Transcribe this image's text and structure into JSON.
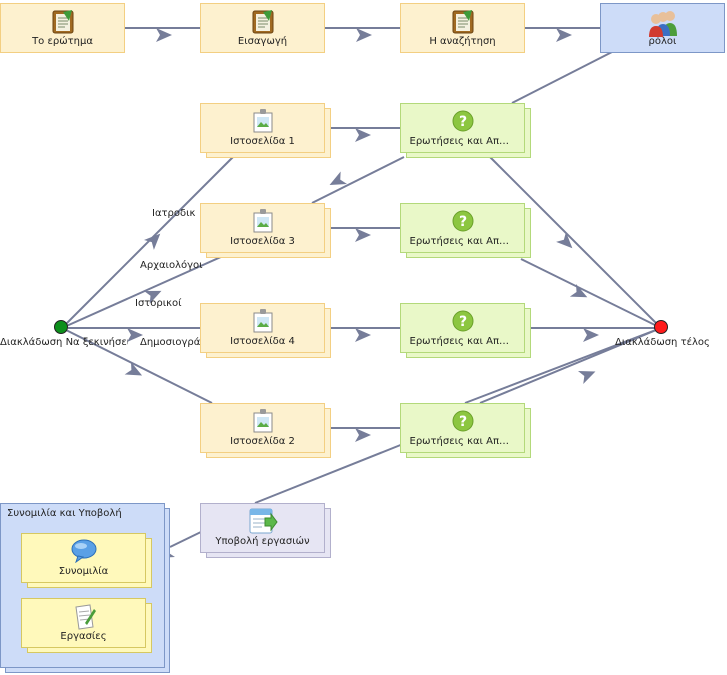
{
  "workflow": {
    "top_row": {
      "question": {
        "label": "Το ερώτημα",
        "icon": "notepad-icon"
      },
      "intro": {
        "label": "Εισαγωγή",
        "icon": "notepad-icon"
      },
      "search": {
        "label": "Η αναζήτηση",
        "icon": "notepad-icon"
      },
      "roles": {
        "label": "ρόλοι",
        "icon": "users-group-icon"
      }
    },
    "websites": {
      "w1": {
        "label": "Ιστοσελίδα 1",
        "icon": "web-page-icon"
      },
      "w3": {
        "label": "Ιστοσελίδα 3",
        "icon": "web-page-icon"
      },
      "w4": {
        "label": "Ιστοσελίδα 4",
        "icon": "web-page-icon"
      },
      "w2": {
        "label": "Ιστοσελίδα 2",
        "icon": "web-page-icon"
      }
    },
    "qa": {
      "q1": {
        "label": "Ερωτήσεις και Απαντήσεις",
        "icon": "question-icon"
      },
      "q3": {
        "label": "Ερωτήσεις και Απαντήσεις",
        "icon": "question-icon"
      },
      "q4": {
        "label": "Ερωτήσεις και Απαντήσεις",
        "icon": "question-icon"
      },
      "q2": {
        "label": "Ερωτήσεις και Απαντήσεις",
        "icon": "question-icon"
      }
    },
    "start_event": {
      "label": "Διακλάδωση Να ξεκινήσει"
    },
    "end_event": {
      "label": "Διακλάδωση τέλος"
    },
    "branch_labels": {
      "medical": "Ιατροδικ",
      "archaeology": "Αρχαιολόγοι",
      "history": "Ιστορικοί",
      "journalism": "Δημοσιογρά"
    },
    "chat_group": {
      "title": "Συνομιλία και Υποβολή",
      "chat": {
        "label": "Συνομιλία",
        "icon": "chat-bubble-icon"
      },
      "tasks": {
        "label": "Εργασίες",
        "icon": "document-edit-icon"
      }
    },
    "submit": {
      "label": "Υποβολή εργασιών",
      "icon": "submit-form-icon"
    }
  },
  "colors": {
    "edge": "#767d99",
    "activity_fill": "#fdf1cf",
    "qa_fill": "#e9f8c8",
    "role_fill": "#cddcf8",
    "start": "#0c8f1b",
    "end": "#ff1b1b"
  }
}
